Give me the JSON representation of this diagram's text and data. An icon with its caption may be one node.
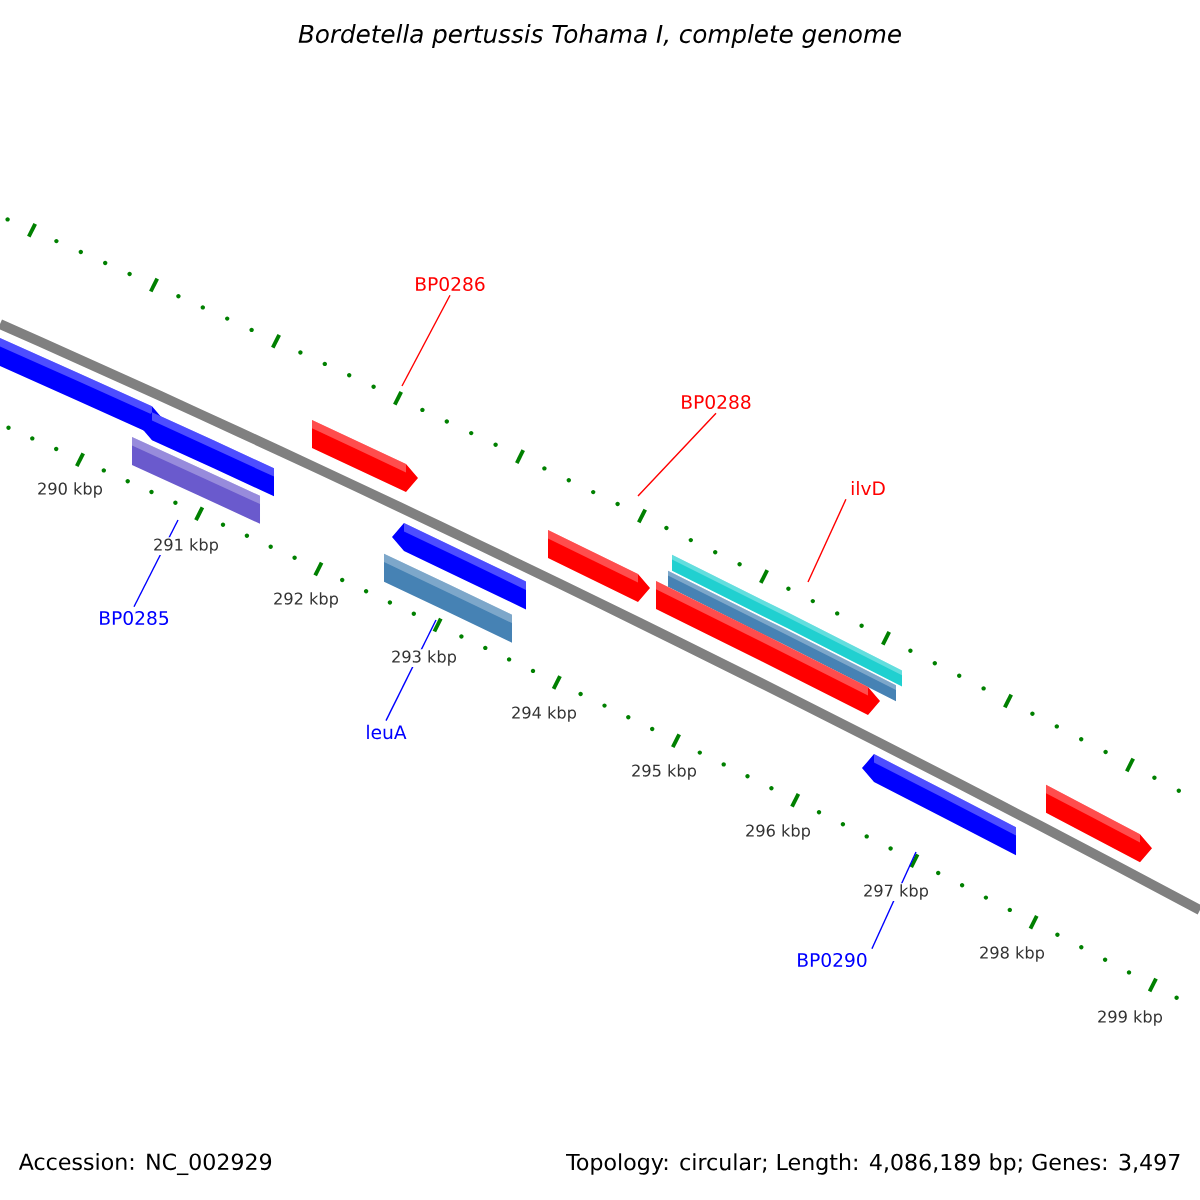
{
  "diagram": {
    "title": "Bordetella pertussis Tohama I, complete genome",
    "nodes": [
      {
        "text": [
          "BP0286"
        ]
      },
      {
        "text": [
          "BP0288"
        ]
      },
      {
        "text": [
          "ilvD"
        ]
      },
      {
        "text": [
          "BP0285"
        ]
      },
      {
        "text": [
          "leuA"
        ]
      },
      {
        "text": [
          "BP0290"
        ]
      }
    ],
    "edges": [
      {
        "from": 0,
        "to": null,
        "arrow": "none",
        "color": "#ff0000"
      },
      {
        "from": 1,
        "to": null,
        "arrow": "none",
        "color": "#ff0000"
      },
      {
        "from": 2,
        "to": null,
        "arrow": "none",
        "color": "#ff0000"
      },
      {
        "from": 3,
        "to": null,
        "arrow": "none",
        "color": "#0000ff"
      },
      {
        "from": 4,
        "to": null,
        "arrow": "none",
        "color": "#0000ff"
      },
      {
        "from": 5,
        "to": null,
        "arrow": "none",
        "color": "#0000ff"
      }
    ],
    "labels": [
      "290 kbp",
      "291 kbp",
      "292 kbp",
      "293 kbp",
      "294 kbp",
      "295 kbp",
      "296 kbp",
      "297 kbp",
      "298 kbp",
      "299 kbp",
      "Accession: NC_002929",
      "Topology: circular; Length: 4,086,189 bp; Genes: 3,497"
    ]
  }
}
